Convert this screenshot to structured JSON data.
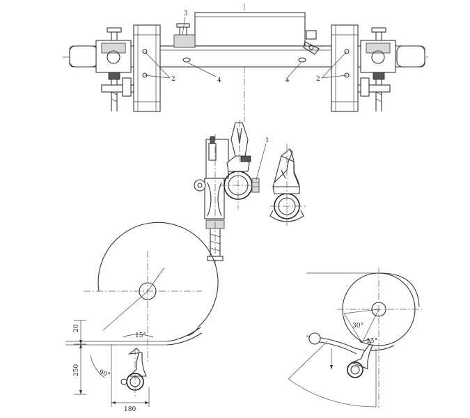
{
  "labels": {
    "part_1": "1",
    "part_2_left": "2",
    "part_2_right": "2",
    "part_3": "3",
    "part_4_left": "4",
    "part_4_right": "4"
  },
  "dimensions": {
    "gap": "20",
    "height": "250",
    "width": "180",
    "angle_left": "15°",
    "angle_right_a": "30°",
    "angle_right_b": "15°",
    "right_angle": "90°"
  }
}
